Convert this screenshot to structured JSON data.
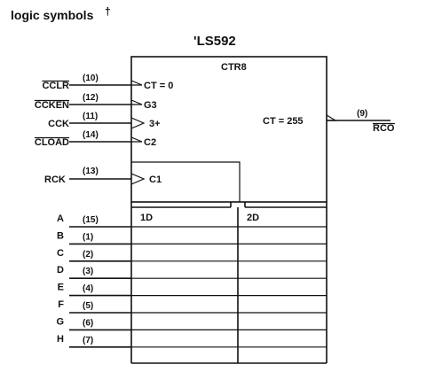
{
  "heading": "logic symbols",
  "dagger": "†",
  "device_title": "'LS592",
  "block_label": "CTR8",
  "counter_inputs": [
    {
      "name": "CCLR",
      "pin": "(10)",
      "inner": "CT = 0",
      "overbar": true
    },
    {
      "name": "CCKEN",
      "pin": "(12)",
      "inner": "G3",
      "overbar": true
    },
    {
      "name": "CCK",
      "pin": "(11)",
      "inner": "3+",
      "overbar": false
    },
    {
      "name": "CLOAD",
      "pin": "(14)",
      "inner": "C2",
      "overbar": true
    }
  ],
  "output": {
    "inner": "CT = 255",
    "pin": "(9)",
    "name": "RCO",
    "overbar": true
  },
  "register_clock": {
    "name": "RCK",
    "pin": "(13)",
    "inner": "C1"
  },
  "register_headers": [
    "1D",
    "2D"
  ],
  "data_inputs": [
    {
      "name": "A",
      "pin": "(15)"
    },
    {
      "name": "B",
      "pin": "(1)"
    },
    {
      "name": "C",
      "pin": "(2)"
    },
    {
      "name": "D",
      "pin": "(3)"
    },
    {
      "name": "E",
      "pin": "(4)"
    },
    {
      "name": "F",
      "pin": "(5)"
    },
    {
      "name": "G",
      "pin": "(6)"
    },
    {
      "name": "H",
      "pin": "(7)"
    }
  ]
}
